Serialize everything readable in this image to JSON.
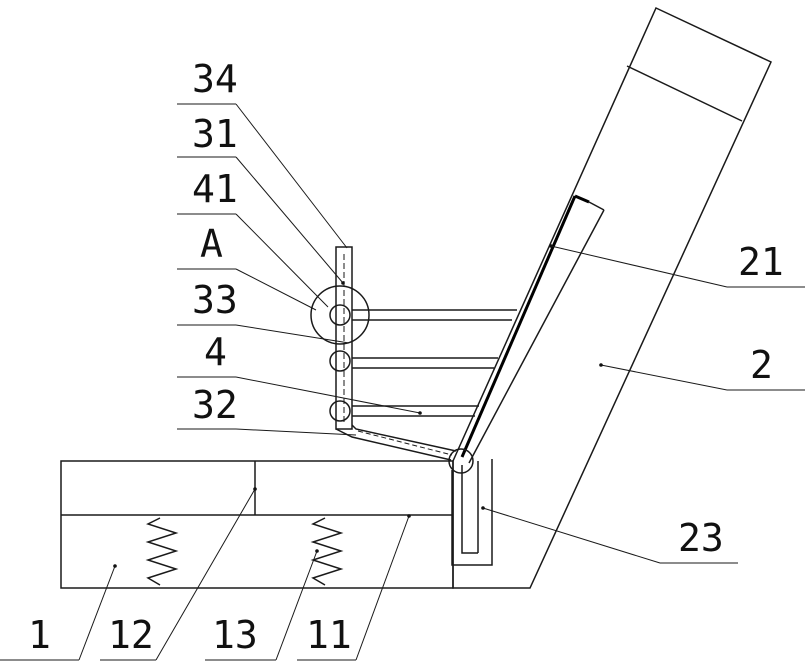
{
  "labels": {
    "l34": "34",
    "l31": "31",
    "l41": "41",
    "lA": "A",
    "l33": "33",
    "l4": "4",
    "l32": "32",
    "l21": "21",
    "l2": "2",
    "l23": "23",
    "l1": "1",
    "l12": "12",
    "l13": "13",
    "l11": "11"
  },
  "colors": {
    "line": "#1a1a1a",
    "background": "#ffffff"
  }
}
